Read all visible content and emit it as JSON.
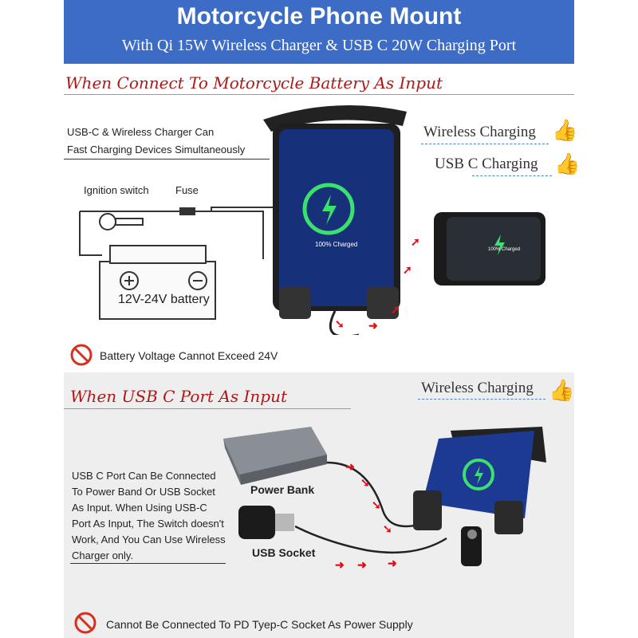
{
  "header": {
    "title": "Motorcycle Phone Mount",
    "subtitle": "With Qi 15W Wireless Charger & USB C 20W Charging Port",
    "bg_color": "#3d6cc6"
  },
  "section1": {
    "title": "When Connect To Motorcycle Battery As Input",
    "callout_line1": "USB-C & Wireless Charger Can",
    "callout_line2": "Fast Charging Devices Simultaneously",
    "ignition_label": "Ignition switch",
    "fuse_label": "Fuse",
    "battery_label": "12V-24V battery",
    "wireless_label": "Wireless Charging",
    "usbc_label": "USB C Charging",
    "phone_status": "100% Charged",
    "device_status": "100% Charged",
    "warning": "Battery Voltage Cannot Exceed 24V",
    "warning_icon": "prohibited-icon",
    "accent_color": "#b01818"
  },
  "section2": {
    "title": "When USB C Port As Input",
    "wireless_label": "Wireless Charging",
    "power_bank_label": "Power Bank",
    "usb_socket_label": "USB Socket",
    "note_lines": [
      "USB C Port Can Be Connected",
      "To Power Band Or USB Socket",
      "As Input. When Using USB-C",
      "Port As Input, The Switch doesn't",
      "Work, And You Can Use Wireless",
      "Charger only."
    ],
    "warning": "Cannot Be Connected To PD Tyep-C Socket As Power Supply",
    "warning_icon": "prohibited-icon",
    "arrow_color": "#e0101a"
  }
}
